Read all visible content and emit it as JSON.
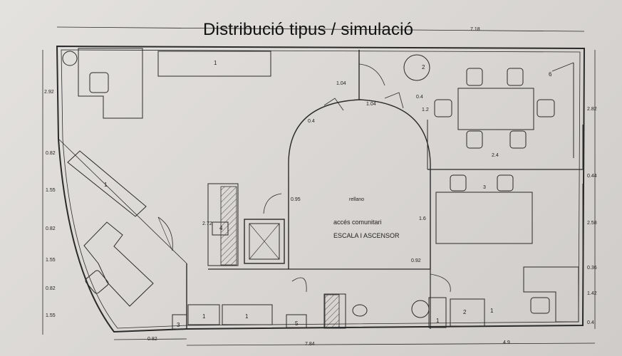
{
  "title": "Distribució tipus / simulació",
  "labels": {
    "replano": "rellano",
    "acces": "accés comunitari",
    "escala": "ESCALA I ASCENSOR"
  },
  "furniture": {
    "n1": "1",
    "n2": "2",
    "n3": "3",
    "n4": "4",
    "n5": "5",
    "n6": "6"
  },
  "dims": {
    "top_total": "7.18",
    "bottom_left": "7.84",
    "bottom_right": "4.9",
    "bottom_small": "0.82",
    "left": [
      "2.92",
      "0.82",
      "1.55",
      "0.82",
      "1.55",
      "0.82",
      "1.55"
    ],
    "right": [
      "2.82",
      "0.44",
      "2.58",
      "0.36",
      "1.42",
      "0.4"
    ],
    "door_a": "1.04",
    "door_b": "1.04",
    "d04a": "0.4",
    "d04b": "0.4",
    "d12": "1.2",
    "d24": "2.4",
    "d3": "3",
    "d16": "1.6",
    "d095": "0.95",
    "d272": "2.72",
    "d092": "0.92"
  }
}
